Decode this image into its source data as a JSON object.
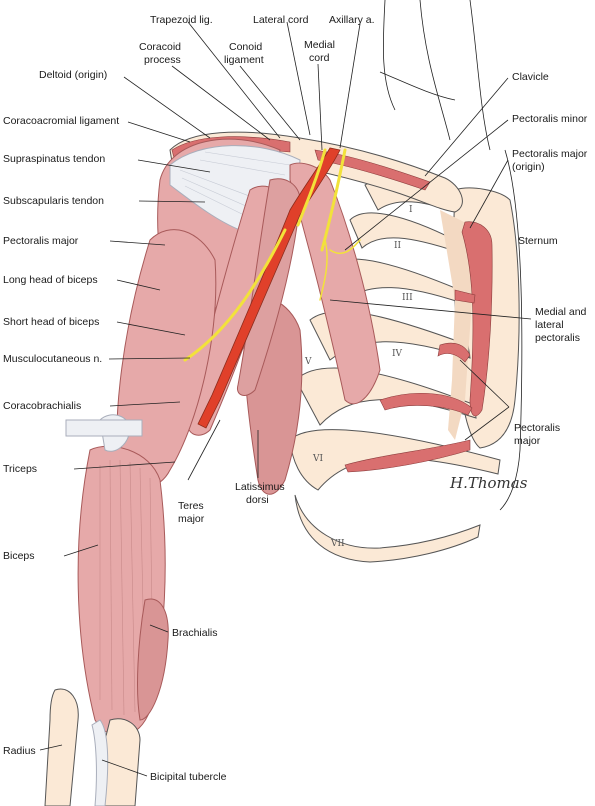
{
  "labels": {
    "trapezoid_lig": "Trapezoid lig.",
    "lateral_cord": "Lateral cord",
    "axillary_a": "Axillary a.",
    "coracoid_process_1": "Coracoid",
    "coracoid_process_2": "process",
    "conoid_ligament_1": "Conoid",
    "conoid_ligament_2": "ligament",
    "medial_cord_1": "Medial",
    "medial_cord_2": "cord",
    "deltoid_origin": "Deltoid (origin)",
    "clavicle": "Clavicle",
    "coracoacromial_ligament": "Coracoacromial ligament",
    "pectoralis_minor": "Pectoralis minor",
    "supraspinatus_tendon": "Supraspinatus tendon",
    "pectoralis_major_origin_1": "Pectoralis major",
    "pectoralis_major_origin_2": "(origin)",
    "subscapularis_tendon": "Subscapularis tendon",
    "sternum": "Sternum",
    "pectoralis_major_left": "Pectoralis major",
    "long_head_biceps": "Long head of biceps",
    "medial_lateral_pectoralis_1": "Medial and",
    "medial_lateral_pectoralis_2": "lateral",
    "medial_lateral_pectoralis_3": "pectoralis",
    "short_head_biceps": "Short head of biceps",
    "musculocutaneous_n": "Musculocutaneous n.",
    "coracobrachialis": "Coracobrachialis",
    "pectoralis_major_right_1": "Pectoralis",
    "pectoralis_major_right_2": "major",
    "triceps": "Triceps",
    "latissimus_dorsi_1": "Latissimus",
    "latissimus_dorsi_2": "dorsi",
    "teres_major_1": "Teres",
    "teres_major_2": "major",
    "biceps": "Biceps",
    "brachialis": "Brachialis",
    "radius": "Radius",
    "bicipital_tubercle": "Bicipital tubercle"
  },
  "rib_numerals": [
    "I",
    "II",
    "III",
    "IV",
    "V",
    "VI",
    "VII"
  ],
  "signature": "H.Thomas",
  "colors": {
    "muscle": "#e6a9a9",
    "muscle_dark": "#c97a7a",
    "muscle_line": "#a85a5a",
    "tendon": "#eef0f4",
    "tendon_line": "#a9aebb",
    "artery": "#e0402a",
    "nerve": "#f2e23a",
    "bone": "#fbe9d6",
    "bone_line": "#555555",
    "pecs_origin": "#d96f6f"
  }
}
